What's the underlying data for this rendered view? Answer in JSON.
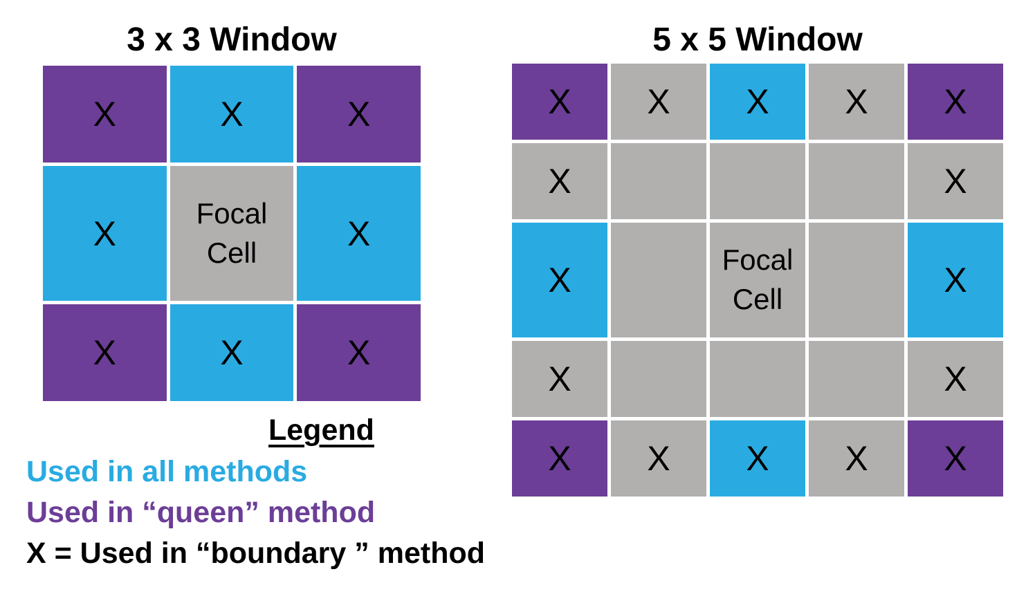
{
  "page": {
    "background": "#FFFFFF",
    "text_color": "#000000"
  },
  "colors": {
    "all": "#29ABE2",
    "queen": "#6C3E97",
    "gray": "#B2AFAF"
  },
  "grids": {
    "window3": {
      "title": "3 x 3 Window",
      "cols": 3,
      "cells": [
        {
          "type": "queen",
          "mark": "X"
        },
        {
          "type": "all",
          "mark": "X"
        },
        {
          "type": "queen",
          "mark": "X"
        },
        {
          "type": "all",
          "mark": "X"
        },
        {
          "type": "gray",
          "mark": "Focal Cell",
          "focal": true
        },
        {
          "type": "all",
          "mark": "X"
        },
        {
          "type": "queen",
          "mark": "X"
        },
        {
          "type": "all",
          "mark": "X"
        },
        {
          "type": "queen",
          "mark": "X"
        }
      ]
    },
    "window5": {
      "title": "5 x 5 Window",
      "cols": 5,
      "cells": [
        {
          "type": "queen",
          "mark": "X"
        },
        {
          "type": "gray",
          "mark": "X"
        },
        {
          "type": "all",
          "mark": "X"
        },
        {
          "type": "gray",
          "mark": "X"
        },
        {
          "type": "queen",
          "mark": "X"
        },
        {
          "type": "gray",
          "mark": "X"
        },
        {
          "type": "gray",
          "mark": ""
        },
        {
          "type": "gray",
          "mark": ""
        },
        {
          "type": "gray",
          "mark": ""
        },
        {
          "type": "gray",
          "mark": "X"
        },
        {
          "type": "all",
          "mark": "X"
        },
        {
          "type": "gray",
          "mark": ""
        },
        {
          "type": "gray",
          "mark": "Focal Cell",
          "focal": true
        },
        {
          "type": "gray",
          "mark": ""
        },
        {
          "type": "all",
          "mark": "X"
        },
        {
          "type": "gray",
          "mark": "X"
        },
        {
          "type": "gray",
          "mark": ""
        },
        {
          "type": "gray",
          "mark": ""
        },
        {
          "type": "gray",
          "mark": ""
        },
        {
          "type": "gray",
          "mark": "X"
        },
        {
          "type": "queen",
          "mark": "X"
        },
        {
          "type": "gray",
          "mark": "X"
        },
        {
          "type": "all",
          "mark": "X"
        },
        {
          "type": "gray",
          "mark": "X"
        },
        {
          "type": "queen",
          "mark": "X"
        }
      ]
    }
  },
  "legend": {
    "title": "Legend",
    "items": [
      {
        "text": "Used in all methods",
        "color": "#29ABE2"
      },
      {
        "text": "Used in “queen” method",
        "color": "#6C3E97"
      },
      {
        "text": "X = Used in “boundary ” method",
        "color": "#000000"
      }
    ]
  }
}
